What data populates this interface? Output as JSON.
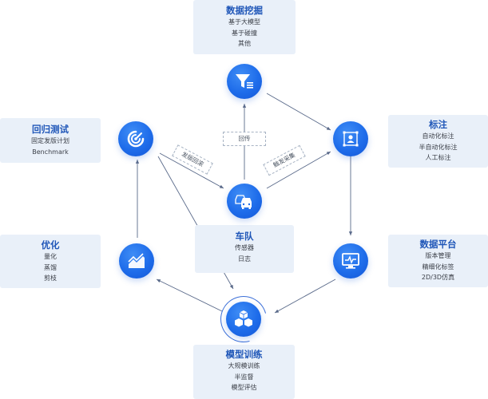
{
  "cards": {
    "data_mining": {
      "title": "数据挖掘",
      "lines": [
        "基于大模型",
        "基于碰撞",
        "其他"
      ]
    },
    "regression": {
      "title": "回归测试",
      "lines": [
        "固定发版计划",
        "Benchmark"
      ]
    },
    "annotation": {
      "title": "标注",
      "lines": [
        "自动化标注",
        "半自动化标注",
        "人工标注"
      ]
    },
    "optimize": {
      "title": "优化",
      "lines": [
        "量化",
        "蒸馏",
        "剪枝"
      ]
    },
    "fleet": {
      "title": "车队",
      "lines": [
        "传感器",
        "日志"
      ]
    },
    "platform": {
      "title": "数据平台",
      "lines": [
        "版本管理",
        "精细化标签",
        "2D/3D仿真"
      ]
    },
    "training": {
      "title": "模型训练",
      "lines": [
        "大规模训练",
        "半监督",
        "模型评估"
      ]
    }
  },
  "edge_labels": {
    "return": "回传",
    "release_rollback": "发版回滚",
    "trigger_collect": "触发采集"
  },
  "icons": {
    "data_mining": "funnel-icon",
    "regression": "gauge-icon",
    "annotation": "person-frame-icon",
    "optimize": "trend-chart-icon",
    "fleet": "cars-icon",
    "platform": "monitor-icon",
    "training": "cubes-icon"
  },
  "colors": {
    "card_bg": "#e9f0f9",
    "title": "#1f56b8",
    "node": "#1e6cea",
    "arrow": "#5a6a8a"
  }
}
